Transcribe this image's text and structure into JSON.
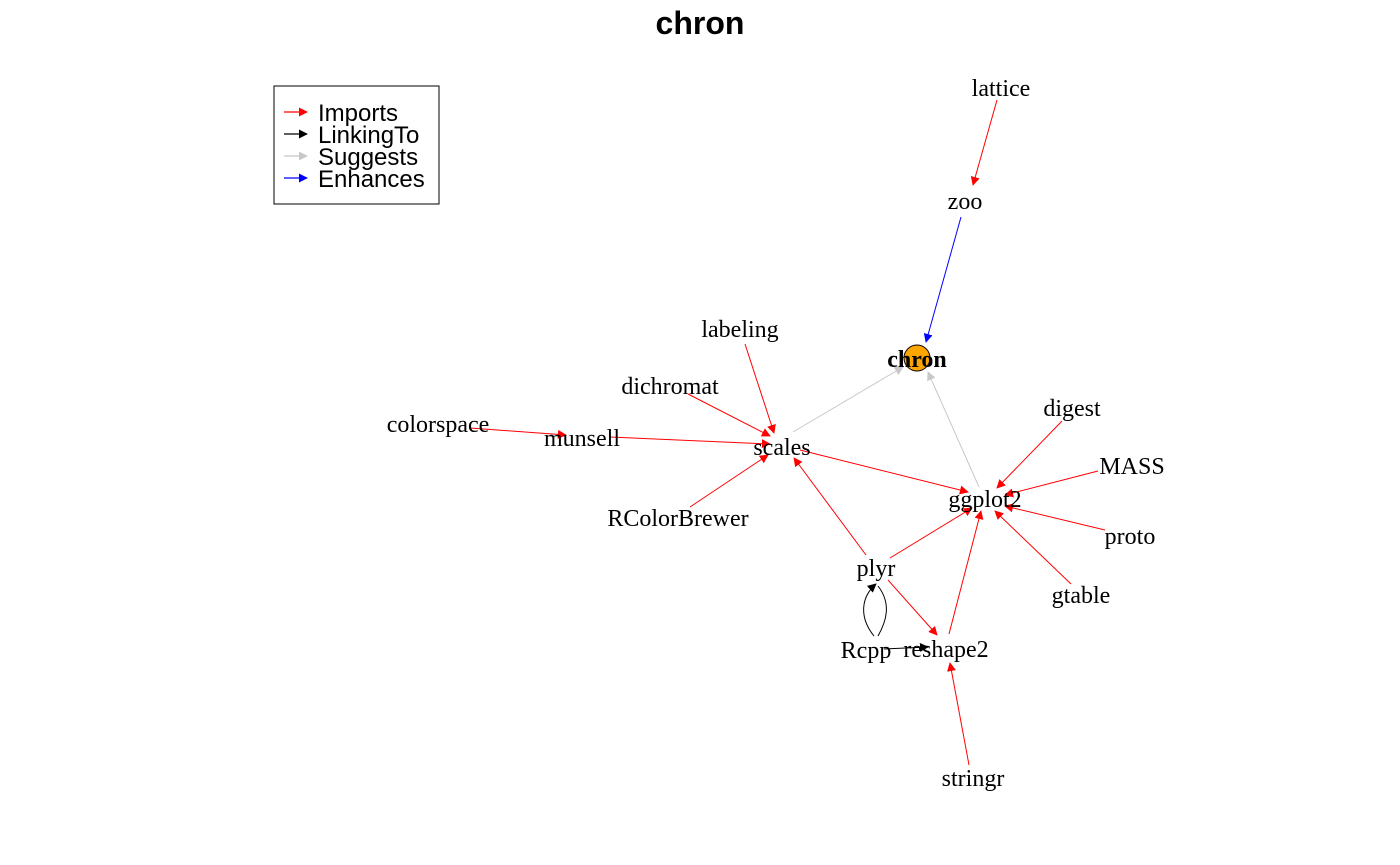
{
  "title": "chron",
  "legend": {
    "items": [
      {
        "label": "Imports",
        "color": "#ff0000"
      },
      {
        "label": "LinkingTo",
        "color": "#000000"
      },
      {
        "label": "Suggests",
        "color": "#c8c8c8"
      },
      {
        "label": "Enhances",
        "color": "#0000ff"
      }
    ]
  },
  "root": {
    "label": "chron",
    "fill": "#ffa500"
  },
  "nodes": [
    {
      "label": "lattice"
    },
    {
      "label": "zoo"
    },
    {
      "label": "labeling"
    },
    {
      "label": "dichromat"
    },
    {
      "label": "colorspace"
    },
    {
      "label": "munsell"
    },
    {
      "label": "scales"
    },
    {
      "label": "RColorBrewer"
    },
    {
      "label": "digest"
    },
    {
      "label": "MASS"
    },
    {
      "label": "ggplot2"
    },
    {
      "label": "proto"
    },
    {
      "label": "plyr"
    },
    {
      "label": "gtable"
    },
    {
      "label": "Rcpp"
    },
    {
      "label": "reshape2"
    },
    {
      "label": "stringr"
    }
  ],
  "edges": [
    {
      "from": "lattice",
      "to": "zoo",
      "type": "Imports"
    },
    {
      "from": "zoo",
      "to": "chron",
      "type": "Enhances"
    },
    {
      "from": "scales",
      "to": "chron",
      "type": "Suggests"
    },
    {
      "from": "ggplot2",
      "to": "chron",
      "type": "Suggests"
    },
    {
      "from": "labeling",
      "to": "scales",
      "type": "Imports"
    },
    {
      "from": "dichromat",
      "to": "scales",
      "type": "Imports"
    },
    {
      "from": "colorspace",
      "to": "munsell",
      "type": "Imports"
    },
    {
      "from": "munsell",
      "to": "scales",
      "type": "Imports"
    },
    {
      "from": "RColorBrewer",
      "to": "scales",
      "type": "Imports"
    },
    {
      "from": "plyr",
      "to": "scales",
      "type": "Imports"
    },
    {
      "from": "scales",
      "to": "ggplot2",
      "type": "Imports"
    },
    {
      "from": "digest",
      "to": "ggplot2",
      "type": "Imports"
    },
    {
      "from": "MASS",
      "to": "ggplot2",
      "type": "Imports"
    },
    {
      "from": "proto",
      "to": "ggplot2",
      "type": "Imports"
    },
    {
      "from": "gtable",
      "to": "ggplot2",
      "type": "Imports"
    },
    {
      "from": "plyr",
      "to": "ggplot2",
      "type": "Imports"
    },
    {
      "from": "reshape2",
      "to": "ggplot2",
      "type": "Imports"
    },
    {
      "from": "plyr",
      "to": "reshape2",
      "type": "Imports"
    },
    {
      "from": "Rcpp",
      "to": "reshape2",
      "type": "LinkingTo"
    },
    {
      "from": "Rcpp",
      "to": "plyr",
      "type": "LinkingTo"
    },
    {
      "from": "stringr",
      "to": "reshape2",
      "type": "Imports"
    }
  ]
}
